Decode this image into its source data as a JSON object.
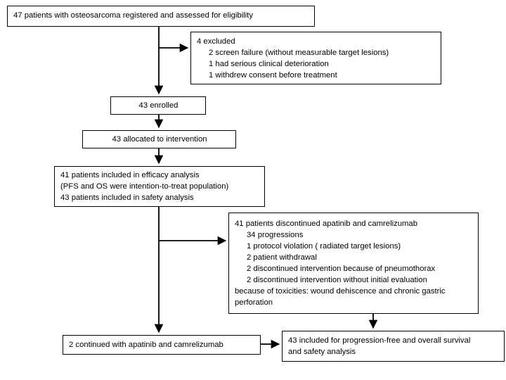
{
  "diagram": {
    "title": "CONSORT patient flow diagram",
    "type": "flowchart",
    "stroke_color": "#000000",
    "background_color": "#ffffff"
  },
  "nodes": {
    "registered": {
      "text": "47 patients with osteosarcoma registered and assessed for eligibility"
    },
    "excluded": {
      "heading": "4 excluded",
      "items": [
        "2 screen failure (without measurable target lesions)",
        "1 had serious clinical deterioration",
        "1 withdrew consent before treatment"
      ]
    },
    "enrolled": {
      "text": "43 enrolled"
    },
    "allocated": {
      "text": "43 allocated to intervention"
    },
    "efficacy": {
      "line1": "41 patients included in efficacy analysis",
      "line2": "(PFS and OS were intention-to-treat population)",
      "line3": "43 patients included in safety analysis"
    },
    "discontinued": {
      "heading": "41 patients discontinued apatinib and camrelizumab",
      "items": [
        "34 progressions",
        "1 protocol violation ( radiated target lesions)",
        "2 patient withdrawal",
        "2 discontinued intervention because of pneumothorax",
        "2 discontinued intervention without initial evaluation"
      ],
      "footnote": "because of toxicities: wound dehiscence and chronic gastric perforation"
    },
    "continued": {
      "text": "2 continued with apatinib and camrelizumab"
    },
    "included": {
      "line1": "43 included for progression-free and overall survival",
      "line2": "and safety analysis"
    }
  }
}
